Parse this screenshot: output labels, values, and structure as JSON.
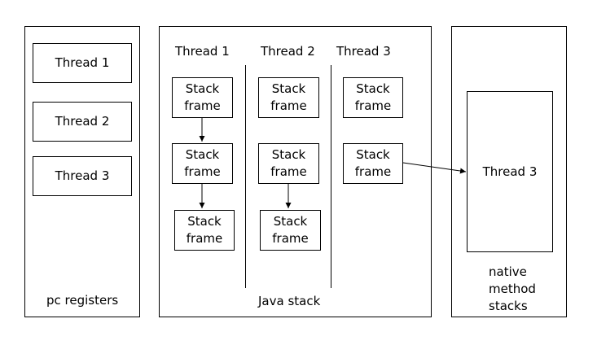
{
  "pc_registers": {
    "threads": [
      "Thread 1",
      "Thread 2",
      "Thread 3"
    ],
    "caption": "pc registers"
  },
  "java_stack": {
    "thread_headers": [
      "Thread 1",
      "Thread 2",
      "Thread 3"
    ],
    "frame_label": "Stack\nframe",
    "frames_per_thread": [
      3,
      3,
      2
    ],
    "caption": "Java stack"
  },
  "native_method_stacks": {
    "thread": "Thread 3",
    "caption": "native\nmethod\nstacks"
  }
}
